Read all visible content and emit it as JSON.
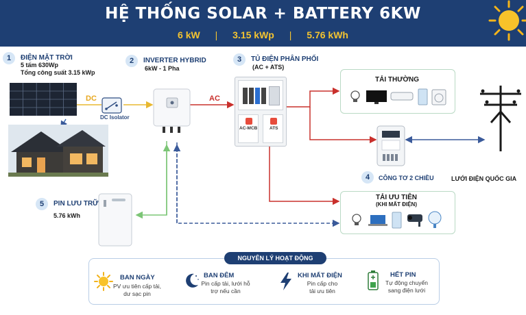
{
  "header": {
    "title": "HỆ THỐNG SOLAR + BATTERY 6KW",
    "spec_power": "6 kW",
    "spec_pv": "3.15 kWp",
    "spec_battery": "5.76 kWh",
    "separator": "|"
  },
  "components": {
    "solar": {
      "number": "1",
      "title": "ĐIỆN MẶT TRỜI",
      "line1": "5 tấm 630Wp",
      "line2": "Tổng công suất 3.15 kWp"
    },
    "inverter": {
      "number": "2",
      "title": "INVERTER HYBRID",
      "line1": "6kW - 1 Pha"
    },
    "distribution": {
      "number": "3",
      "title": "TỦ ĐIỆN PHÂN PHỐI",
      "line1": "(AC + ATS)",
      "acmcb": "AC-MCB",
      "ats": "ATS"
    },
    "meter": {
      "number": "4",
      "title": "CÔNG TƠ 2 CHIỀU"
    },
    "battery": {
      "number": "5",
      "title": "PIN LƯU TRỮ",
      "line1": "5.76 kWh"
    },
    "dc_isolator": "DC Isolator",
    "grid": "LƯỚI ĐIỆN QUỐC GIA"
  },
  "wires": {
    "dc": "DC",
    "ac": "AC"
  },
  "loads": {
    "normal": {
      "title": "TẢI THƯỜNG"
    },
    "priority": {
      "title": "TẢI ƯU TIÊN",
      "subtitle": "(KHI MẤT ĐIỆN)"
    }
  },
  "principle": {
    "title": "NGUYÊN LÝ HOẠT ĐỘNG",
    "items": [
      {
        "title": "BAN NGÀY",
        "line1": "PV ưu tiên cấp tải,",
        "line2": "dư sạc pin",
        "icon": "sun-icon"
      },
      {
        "title": "BAN ĐÊM",
        "line1": "Pin cấp tải, lưới hỗ",
        "line2": "trợ nếu cần",
        "icon": "moon-icon"
      },
      {
        "title": "KHI MẤT ĐIỆN",
        "line1": "Pin cấp cho",
        "line2": "tải ưu tiên",
        "icon": "lightning-icon"
      },
      {
        "title": "HẾT PIN",
        "line1": "Tự động chuyển",
        "line2": "sang điện lưới",
        "icon": "battery-icon"
      }
    ]
  },
  "colors": {
    "header_bg": "#1e3f73",
    "accent_yellow": "#f4c430",
    "dc_line": "#e8b830",
    "ac_line": "#c9302c",
    "battery_line": "#7cc576",
    "dashed_line": "#3a5a9a"
  }
}
